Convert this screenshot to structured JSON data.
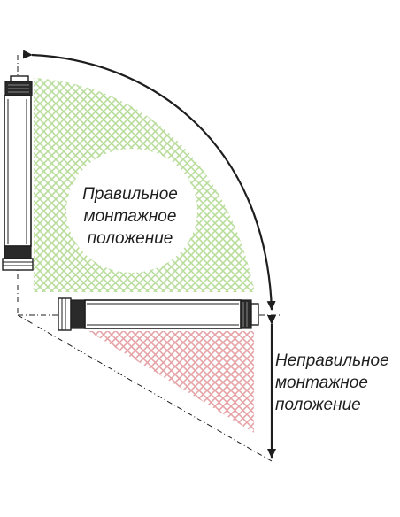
{
  "correct_zone": {
    "label_lines": [
      "Правильное",
      "монтажное",
      "положение"
    ],
    "color": "#b9de9c"
  },
  "incorrect_zone": {
    "label_lines": [
      "Неправильное",
      "монтажное",
      "положение"
    ],
    "color": "#e6a3a6"
  },
  "line_color": "#1e1e1e"
}
